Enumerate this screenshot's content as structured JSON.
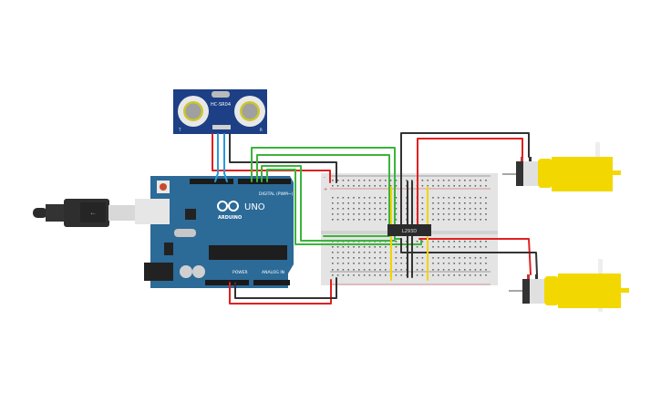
{
  "sensor": {
    "model": "HC-SR04",
    "left_label": "T",
    "right_label": "R"
  },
  "arduino": {
    "brand": "ARDUINO",
    "model": "UNO",
    "digital_label": "DIGITAL (PWM~)",
    "power_label": "POWER",
    "analog_label": "ANALOG IN"
  },
  "chip": {
    "label": "L293D"
  },
  "breadboard": {
    "plus": "+",
    "minus": "-"
  },
  "colors": {
    "arduino": "#2c6a98",
    "sensor": "#1d3f86",
    "wire_red": "#e02020",
    "wire_black": "#333333",
    "wire_green": "#3cb43c",
    "wire_blue": "#2a9ad8",
    "wire_yellow": "#f2d400",
    "motor": "#f2d800"
  }
}
